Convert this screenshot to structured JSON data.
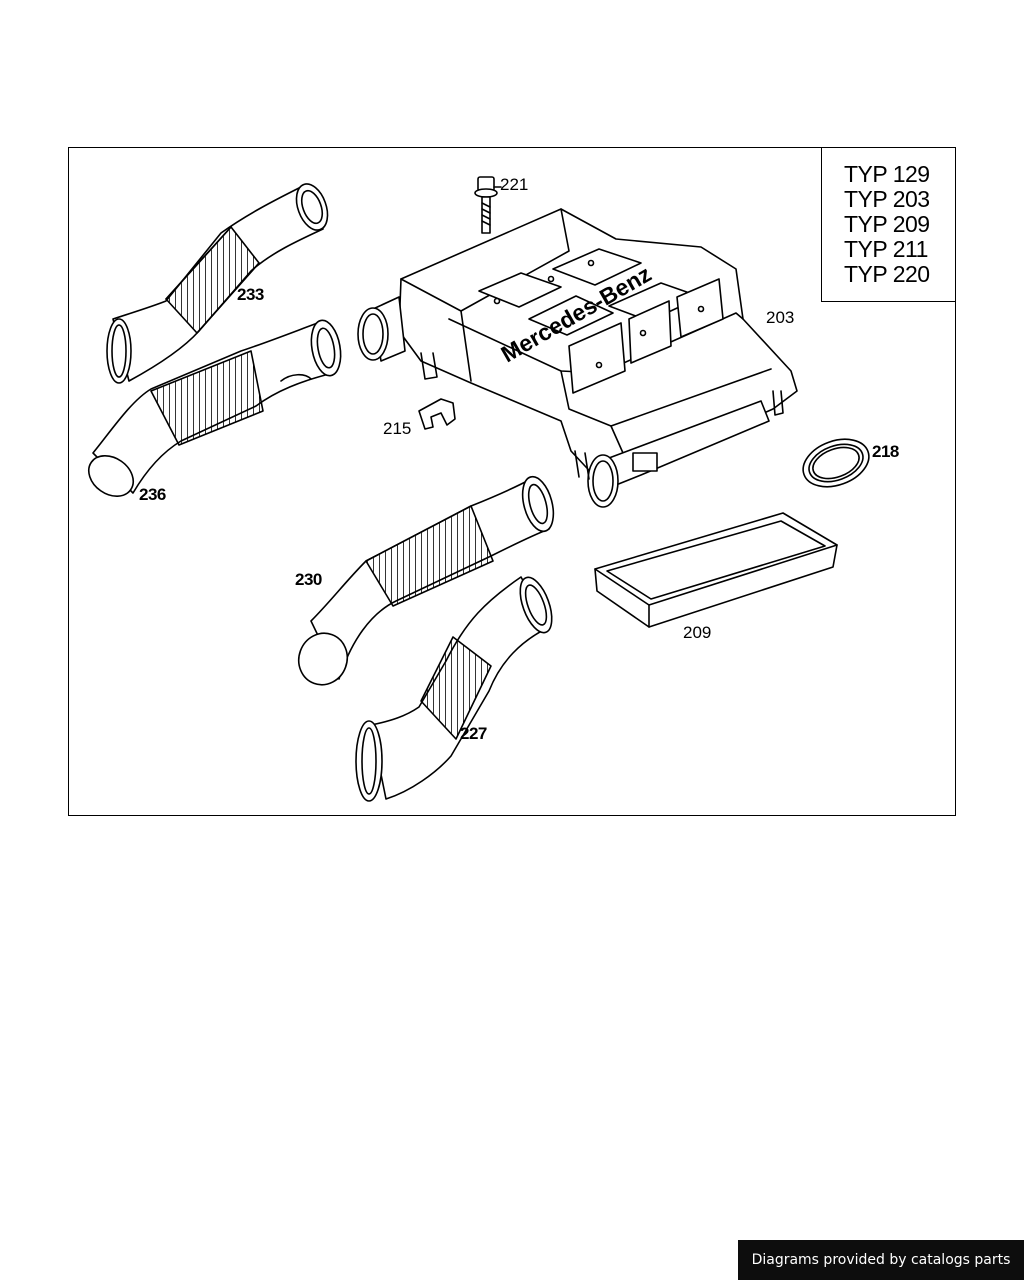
{
  "model_box": {
    "lines": [
      "TYP 129",
      "TYP 203",
      "TYP 209",
      "TYP 211",
      "TYP 220"
    ]
  },
  "housing_brand": "Mercedes-Benz",
  "callouts": {
    "p203": "203",
    "p209": "209",
    "p215": "215",
    "p218": "218",
    "p221": "221",
    "p227": "227",
    "p230": "230",
    "p233": "233",
    "p236": "236"
  },
  "credit": "Diagrams provided by catalogs parts"
}
